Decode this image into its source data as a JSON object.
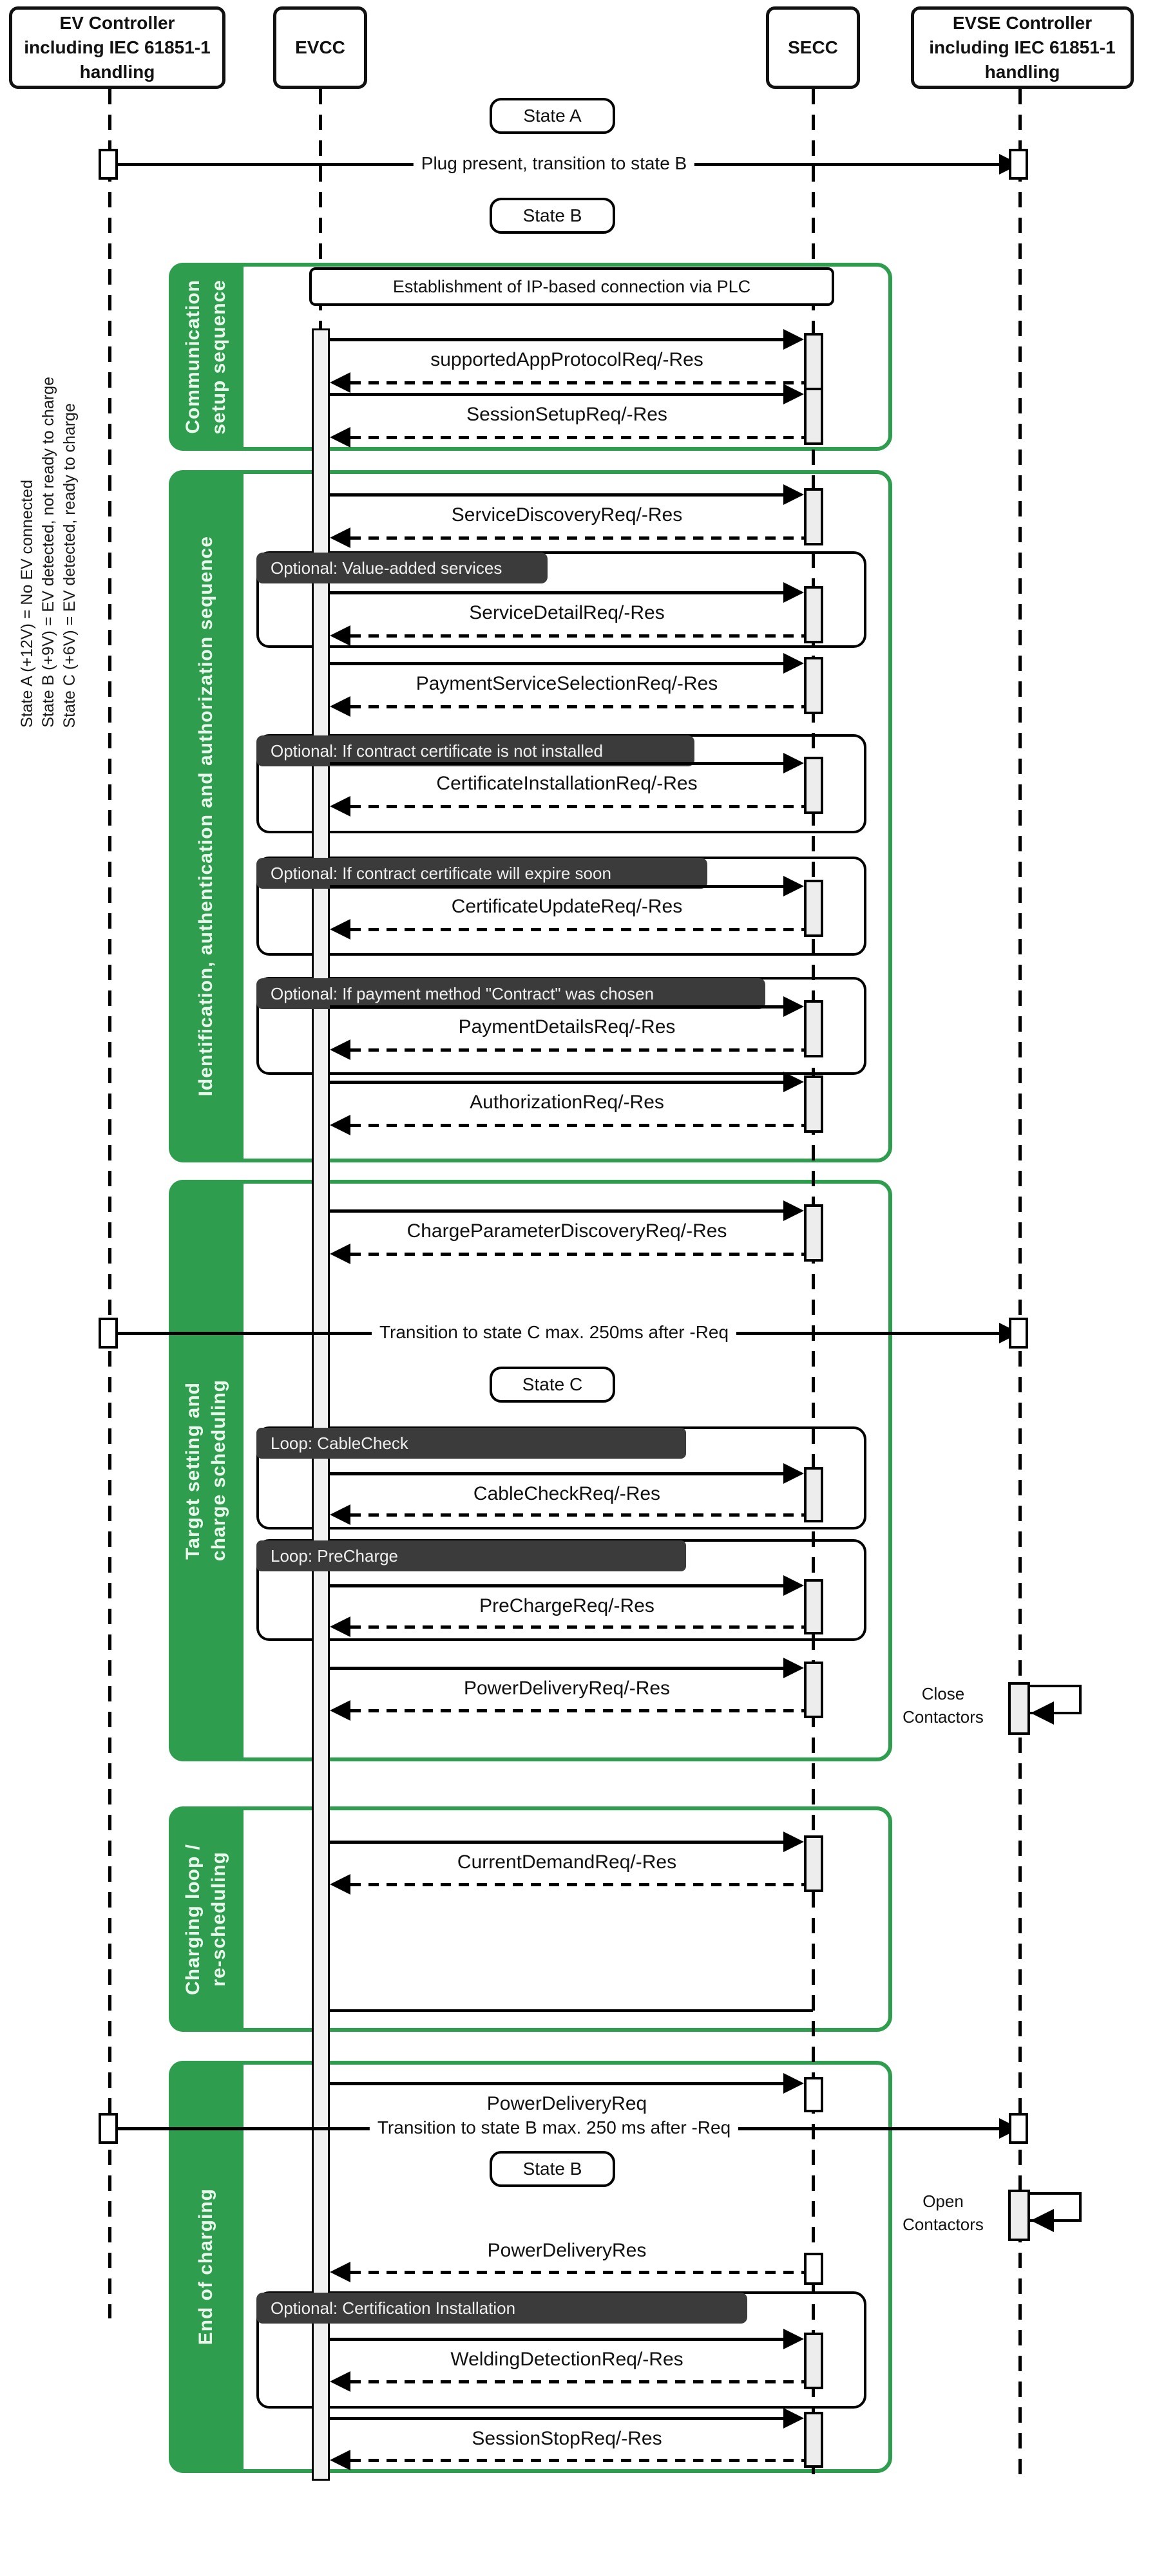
{
  "participants": {
    "ev": "EV Controller including IEC 61851-1 handling",
    "evcc": "EVCC",
    "secc": "SECC",
    "evse": "EVSE Controller including IEC 61851-1 handling"
  },
  "legend": {
    "a": "State A (+12V) = No EV connected",
    "b": "State B (+9V)  = EV detected, not ready to charge",
    "c": "State C (+6V)  = EV detected, ready to charge"
  },
  "states": {
    "a": "State A",
    "b": "State B",
    "c": "State C"
  },
  "transitions": {
    "plug": "Plug present, transition to state B",
    "to_c": "Transition to state C max. 250ms after -Req",
    "to_b": "Transition to state B max. 250 ms after -Req"
  },
  "blocks": {
    "comm": {
      "l1": "Communication",
      "l2": "setup sequence"
    },
    "ident": {
      "l1": "Identification, authentication and authorization sequence",
      "l2": ""
    },
    "target": {
      "l1": "Target setting and",
      "l2": "charge scheduling"
    },
    "loop": {
      "l1": "Charging loop /",
      "l2": "re-scheduling"
    },
    "end": {
      "l1": "End of charging",
      "l2": ""
    }
  },
  "optionals": {
    "vas": "Optional: Value-added services",
    "cert_inst": "Optional: If contract certificate is not installed",
    "cert_upd": "Optional: If contract certificate will expire soon",
    "payment": "Optional: If payment method \"Contract\" was chosen",
    "cert_inst2": "Optional: Certification Installation"
  },
  "loops": {
    "cable": "Loop: CableCheck",
    "pre": "Loop: PreCharge"
  },
  "notes": {
    "ip": "Establishment of IP-based connection via PLC",
    "close": "Close Contactors",
    "open": "Open Contactors"
  },
  "messages": {
    "supported_app": "supportedAppProtocolReq/-Res",
    "session_setup": "SessionSetupReq/-Res",
    "service_discovery": "ServiceDiscoveryReq/-Res",
    "service_detail": "ServiceDetailReq/-Res",
    "payment_service": "PaymentServiceSelectionReq/-Res",
    "cert_installation": "CertificateInstallationReq/-Res",
    "cert_update": "CertificateUpdateReq/-Res",
    "payment_details": "PaymentDetailsReq/-Res",
    "authorization": "AuthorizationReq/-Res",
    "charge_param": "ChargeParameterDiscoveryReq/-Res",
    "cable_check": "CableCheckReq/-Res",
    "pre_charge": "PreChargeReq/-Res",
    "power_delivery": "PowerDeliveryReq/-Res",
    "current_demand": "CurrentDemandReq/-Res",
    "power_delivery_req": "PowerDeliveryReq",
    "power_delivery_res": "PowerDeliveryRes",
    "welding_detection": "WeldingDetectionReq/-Res",
    "session_stop": "SessionStopReq/-Res"
  },
  "colors": {
    "green": "#2e9e4e",
    "badge": "#3b3b3b",
    "line": "#000000"
  }
}
